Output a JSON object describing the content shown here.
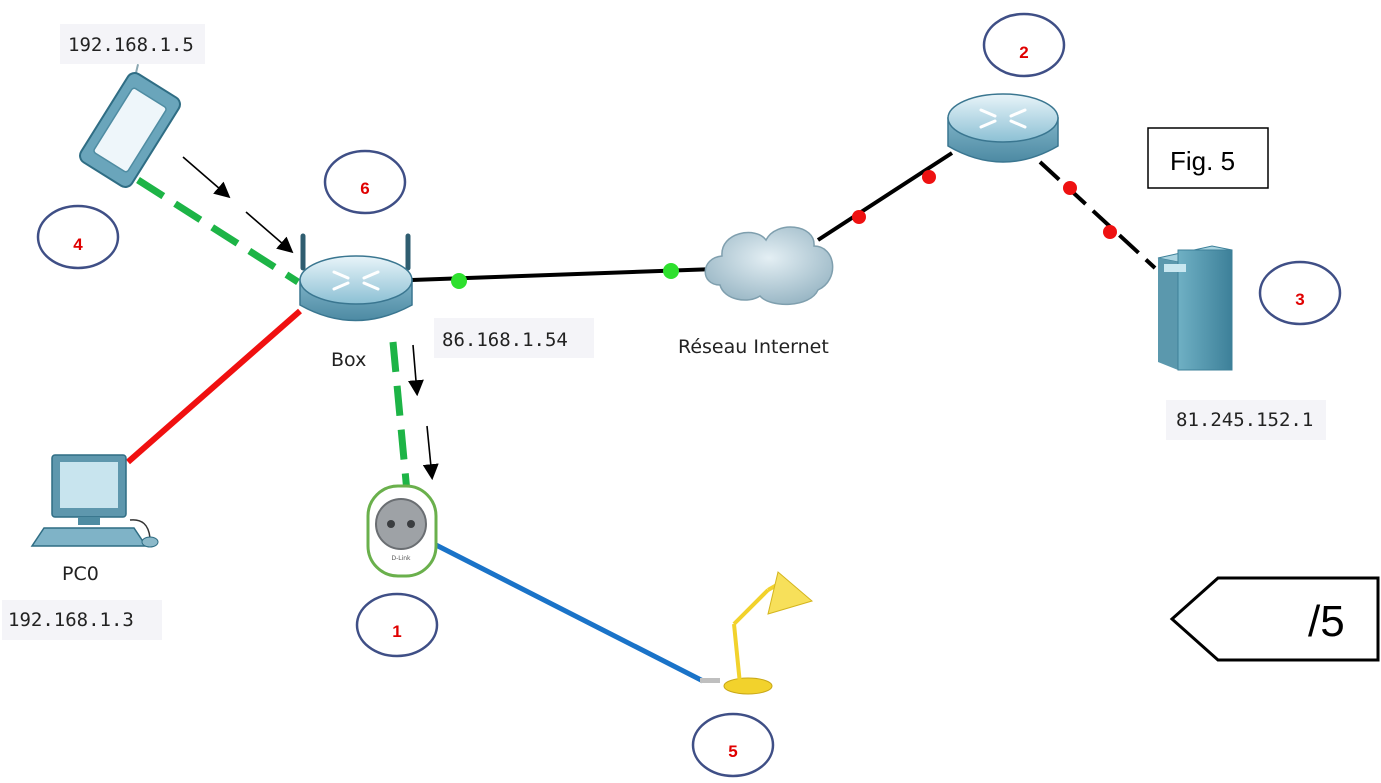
{
  "figure": {
    "label": "Fig. 5",
    "score": "/5"
  },
  "devices": {
    "phone": {
      "ip": "192.168.1.5"
    },
    "box": {
      "name": "Box",
      "wan_ip": "86.168.1.54"
    },
    "internet": {
      "name": "Réseau Internet"
    },
    "server": {
      "ip": "81.245.152.1"
    },
    "pc": {
      "name": "PC0",
      "ip": "192.168.1.3"
    },
    "plug": {
      "brand": "D-Link"
    }
  },
  "markers": [
    "1",
    "2",
    "3",
    "4",
    "5",
    "6"
  ],
  "colors": {
    "wifi_link": "#1db446",
    "ethernet_pc": "#f01010",
    "plug_link": "#1a73c8",
    "marker_border": "#3f4f86",
    "marker_text": "#e00000",
    "port_up": "#2ee02e",
    "port_down": "#ee1111"
  }
}
